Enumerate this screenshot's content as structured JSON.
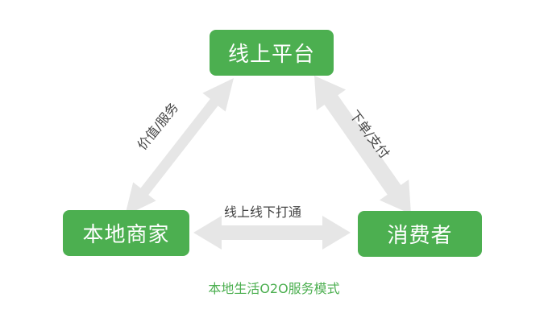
{
  "diagram": {
    "nodes": {
      "platform": "线上平台",
      "merchant": "本地商家",
      "consumer": "消费者"
    },
    "edges": {
      "merchant_platform": "价值/服务",
      "platform_consumer": "下单/支付",
      "merchant_consumer": "线上线下打通"
    },
    "caption": "本地生活O2O服务模式"
  },
  "colors": {
    "node_fill": "#4caf50",
    "node_text": "#ffffff",
    "arrow": "#e6e6e6",
    "caption": "#4caf50"
  }
}
